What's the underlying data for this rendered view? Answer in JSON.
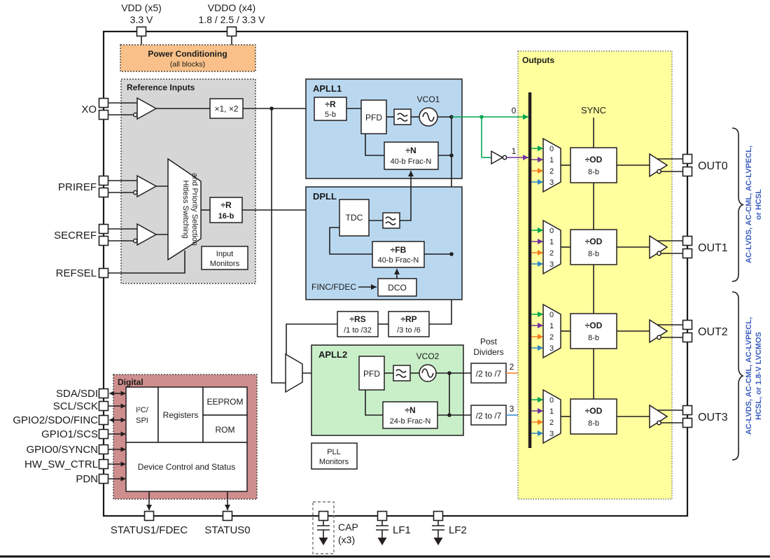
{
  "colors": {
    "wire": "#231f20",
    "green": "#00a651",
    "purple": "#7030a0",
    "orange": "#f47b20",
    "blue": "#2e86c8",
    "apll_bg": "#b9d8f0",
    "apll2_bg": "#c9efc9",
    "outputs_bg": "#ffff9e",
    "digital_bg": "#cf8e8e",
    "power_bg": "#f9c189",
    "reference_bg": "#d6d6d6",
    "side_label_text": "#3b5dc0"
  },
  "top": {
    "vdd_label": "VDD (x5)",
    "vdd_voltage": "3.3 V",
    "vddo_label": "VDDO (x4)",
    "vddo_voltage": "1.8 / 2.5 / 3.3 V"
  },
  "power_block": {
    "title": "Power Conditioning",
    "subtitle": "(all blocks)"
  },
  "reference_block": {
    "title": "Reference Inputs",
    "pins": {
      "xo": "XO",
      "priref": "PRIREF",
      "secref": "SECREF",
      "refsel": "REFSEL"
    },
    "multiplier": "×1, ×2",
    "switch_line1": "Hitless Switching",
    "switch_line2": "and Priority Selection",
    "r_divider_line1": "÷R",
    "r_divider_line2": "16-b",
    "input_monitors_line1": "Input",
    "input_monitors_line2": "Monitors"
  },
  "apll1": {
    "title": "APLL1",
    "r_div_line1": "÷R",
    "r_div_line2": "5-b",
    "pfd": "PFD",
    "vco": "VCO1",
    "n_div_line1": "÷N",
    "n_div_line2": "40-b Frac-N"
  },
  "dpll": {
    "title": "DPLL",
    "tdc": "TDC",
    "fb_div_line1": "÷FB",
    "fb_div_line2": "40-b Frac-N",
    "dco": "DCO",
    "finc_label": "FINC/FDEC"
  },
  "cascade": {
    "rs_line1": "÷RS",
    "rs_line2": "/1 to /32",
    "rp_line1": "÷RP",
    "rp_line2": "/3 to /6"
  },
  "apll2": {
    "title": "APLL2",
    "pfd": "PFD",
    "vco": "VCO2",
    "n_div_line1": "÷N",
    "n_div_line2": "24-b Frac-N"
  },
  "post_dividers": {
    "title_line1": "Post",
    "title_line2": "Dividers",
    "divider1": "/2 to /7",
    "divider2": "/2 to /7"
  },
  "pll_monitors": {
    "line1": "PLL",
    "line2": "Monitors"
  },
  "digital_block": {
    "title": "Digital",
    "pins": [
      "SDA/SDI",
      "SCL/SCK",
      "GPIO2/SDO/FINC",
      "GPIO1/SCS",
      "GPIO0/SYNCN",
      "HW_SW_CTRL",
      "PDN"
    ],
    "i2c_line1": "I²C/",
    "i2c_line2": "SPI",
    "registers": "Registers",
    "eeprom": "EEPROM",
    "rom": "ROM",
    "device_control": "Device Control and Status"
  },
  "outputs_block": {
    "title": "Outputs",
    "sync": "SYNC",
    "bus_signals": [
      "0",
      "1",
      "2",
      "3"
    ],
    "mux_inputs": [
      "0",
      "1",
      "2",
      "3"
    ],
    "od_line1": "÷OD",
    "od_line2": "8-b",
    "channels": [
      "OUT0",
      "OUT1",
      "OUT2",
      "OUT3"
    ],
    "group1_line1": "AC-LVDS, AC-CML, AC-LVPECL,",
    "group1_line2": "or HCSL",
    "group2_line1": "AC-LVDS, AC-CML, AC-LVPECL,",
    "group2_line2": "HCSL, or 1.8-V LVCMOS"
  },
  "bottom": {
    "status1": "STATUS1/FDEC",
    "status0": "STATUS0",
    "cap_line1": "CAP",
    "cap_line2": "(x3)",
    "lf1": "LF1",
    "lf2": "LF2"
  }
}
